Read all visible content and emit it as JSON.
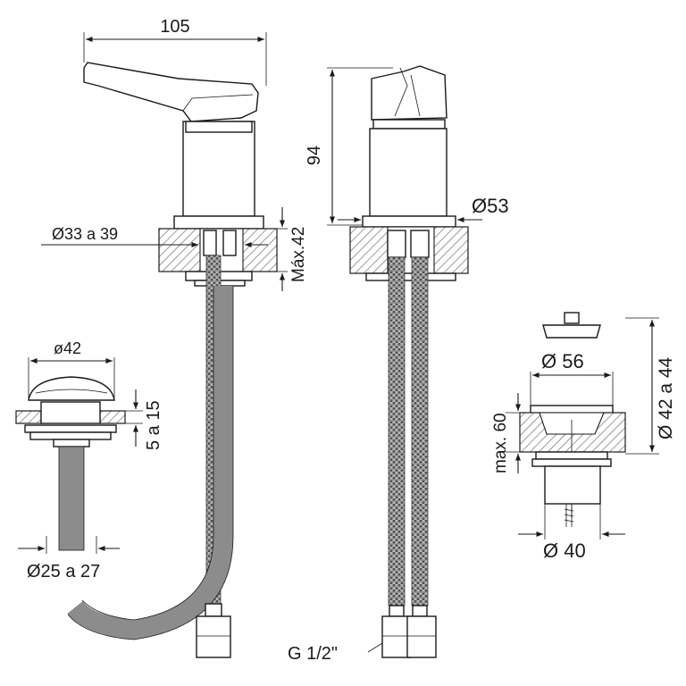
{
  "labels": {
    "width_105": "105",
    "height_94": "94",
    "dia_33_39": "Ø33 a 39",
    "max_42": "Máx.42",
    "dia_53": "Ø53",
    "dia_42": "ø42",
    "range_5_15": "5 a 15",
    "dia_25_27": "Ø25 a 27",
    "thread_g12": "G 1/2\"",
    "dia_56": "Ø 56",
    "dia_42_44": "Ø 42 a 44",
    "max_60": "max. 60",
    "dia_40": "Ø 40"
  },
  "colors": {
    "line": "#1a1a1a",
    "hose": "#8c8c8c",
    "hose_dark": "#5a5a5a",
    "hatch": "#555555"
  }
}
